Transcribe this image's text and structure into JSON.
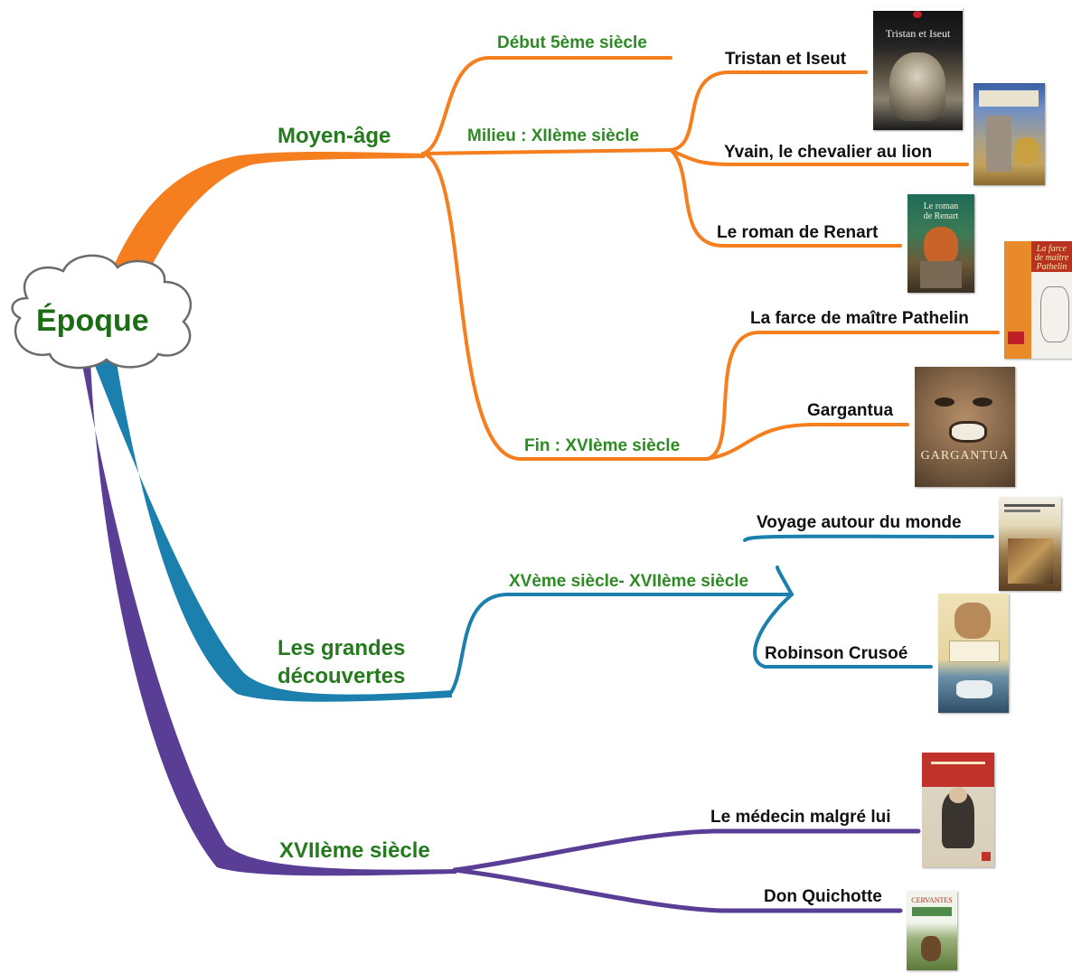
{
  "root": {
    "label": "Époque"
  },
  "branches": {
    "moyen_age": {
      "label": "Moyen-âge",
      "color": "#f57e1e",
      "subs": {
        "debut": "Début 5ème siècle",
        "milieu": "Milieu : XIIème siècle",
        "fin": "Fin : XVIème siècle"
      },
      "works": {
        "tristan": "Tristan et Iseut",
        "yvain": "Yvain, le chevalier au lion",
        "renart": "Le roman de Renart",
        "pathelin": "La farce de maître Pathelin",
        "gargantua": "Gargantua"
      }
    },
    "decouvertes": {
      "label_line1": "Les grandes",
      "label_line2": "découvertes",
      "color": "#1b80ad",
      "subs": {
        "epoque": "XVème siècle- XVIIème siècle"
      },
      "works": {
        "voyage": "Voyage autour du monde",
        "robinson": "Robinson Crusoé"
      }
    },
    "xvii": {
      "label": "XVIIème siècle",
      "color": "#5a3e96",
      "works": {
        "medecin": "Le médecin malgré lui",
        "quichotte": "Don Quichotte"
      }
    }
  },
  "covers": {
    "tristan": "Tristan et Iseut",
    "renart_l1": "Le roman",
    "renart_l2": "de Renart",
    "pathelin_l1": "La farce",
    "pathelin_l2": "de maître",
    "pathelin_l3": "Pathelin",
    "gargantua": "GARGANTUA",
    "quichotte": "CERVANTES"
  }
}
